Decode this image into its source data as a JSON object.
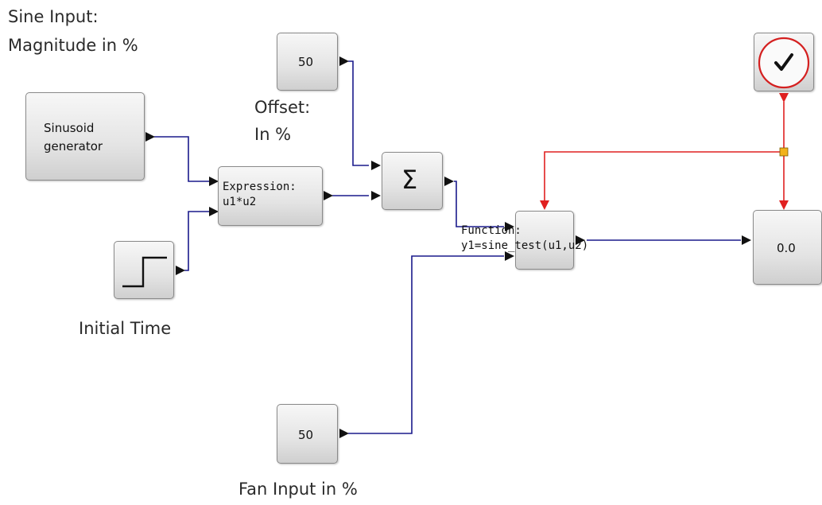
{
  "diagram": {
    "blocks": {
      "sinusoid": {
        "line1": "Sinusoid",
        "line2": "generator"
      },
      "step": {
        "icon": "step-function-icon"
      },
      "expression": {
        "line1": "Expression:",
        "line2": "u1*u2"
      },
      "offset_const": {
        "value": "50"
      },
      "sum": {
        "symbol": "Σ"
      },
      "function": {
        "line1": "Function:",
        "line2": "y1=sine_test(u1,u2)"
      },
      "clock": {
        "icon": "clock-check-icon"
      },
      "display": {
        "value": "0.0"
      },
      "fan_const": {
        "value": "50"
      }
    },
    "labels": {
      "sine_input": {
        "line1": "Sine Input:",
        "line2": "Magnitude in %"
      },
      "offset": {
        "line1": "Offset:",
        "line2": "In %"
      },
      "initial_time": "Initial Time",
      "fan_input": "Fan Input in %"
    },
    "colors": {
      "data_link": "#1a1a8c",
      "event_link": "#e02020",
      "split_point": "#f2b21b",
      "clock_ring": "#d42020"
    }
  }
}
